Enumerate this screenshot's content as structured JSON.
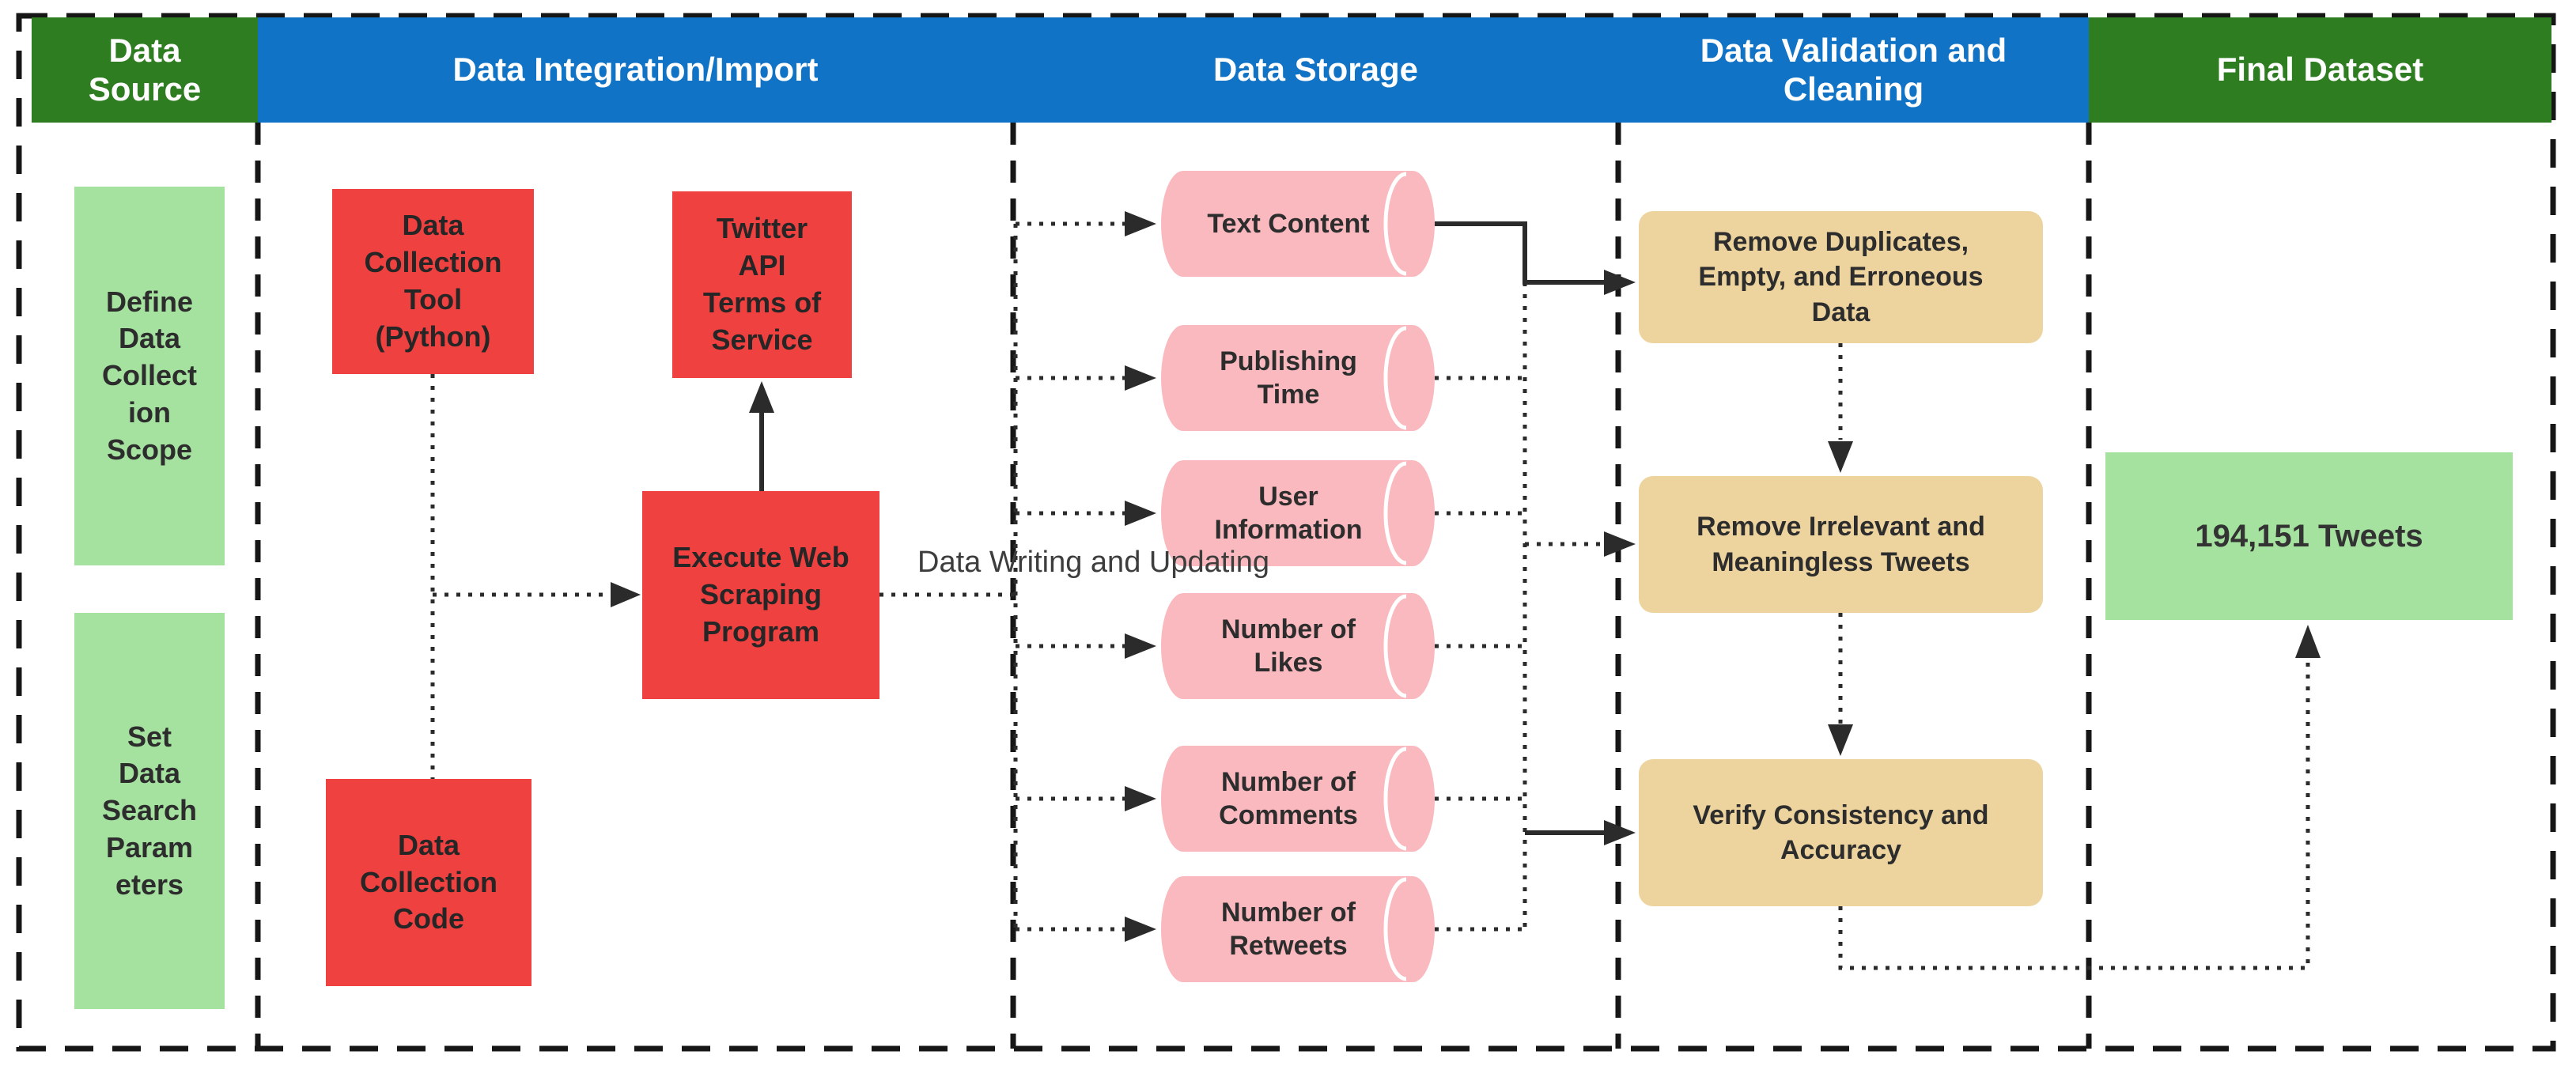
{
  "columns": [
    {
      "id": "data-source",
      "label": "Data\nSource",
      "color": "#2e7d21"
    },
    {
      "id": "integration",
      "label": "Data Integration/Import",
      "color": "#1173c5"
    },
    {
      "id": "storage",
      "label": "Data Storage",
      "color": "#1173c5"
    },
    {
      "id": "validation",
      "label": "Data Validation and\nCleaning",
      "color": "#1173c5"
    },
    {
      "id": "final",
      "label": "Final Dataset",
      "color": "#2e7d21"
    }
  ],
  "data_source": {
    "boxes": [
      {
        "label": "Define\nData\nCollect\nion\nScope"
      },
      {
        "label": "Set\nData\nSearch\nParam\neters"
      }
    ]
  },
  "integration": {
    "boxes": [
      {
        "label": "Data\nCollection\nTool\n(Python)"
      },
      {
        "label": "Twitter\nAPI\nTerms of\nService"
      },
      {
        "label": "Execute Web\nScraping\nProgram"
      },
      {
        "label": "Data\nCollection\nCode"
      }
    ]
  },
  "storage": {
    "flow_label": "Data Writing and Updating",
    "cylinders": [
      {
        "label": "Text Content"
      },
      {
        "label": "Publishing\nTime"
      },
      {
        "label": "User\nInformation"
      },
      {
        "label": "Number of\nLikes"
      },
      {
        "label": "Number of\nComments"
      },
      {
        "label": "Number of\nRetweets"
      }
    ]
  },
  "validation": {
    "boxes": [
      {
        "label": "Remove Duplicates,\nEmpty, and Erroneous\nData"
      },
      {
        "label": "Remove Irrelevant and\nMeaningless Tweets"
      },
      {
        "label": "Verify Consistency and\nAccuracy"
      }
    ]
  },
  "final_dataset": {
    "label": "194,151 Tweets"
  },
  "colors": {
    "header_green": "#2e7d21",
    "header_blue": "#1173c5",
    "light_green_box": "#a5e19f",
    "red_box": "#ef4140",
    "pink_cylinder": "#f9b9be",
    "tan_box": "#edd49e",
    "line": "#262626",
    "text_dark": "#2d2d2d"
  }
}
